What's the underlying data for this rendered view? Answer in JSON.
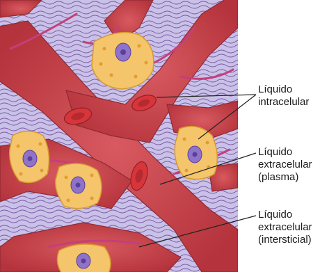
{
  "labels": {
    "intracellular": [
      "Líquido",
      "intracelular"
    ],
    "plasma": [
      "Líquido",
      "extracelular",
      "(plasma)"
    ],
    "interstitial": [
      "Líquido",
      "extracelular",
      "(intersticial)"
    ]
  },
  "colors": {
    "vessel": "#c9414a",
    "vessel_shade": "#a8323a",
    "interstitium": "#c7c0e6",
    "fiber": "#7a5aa0",
    "cell": "#f4c56a",
    "cell_edge": "#d89a2f",
    "nucleus": "#8e73c9",
    "rbc": "#d8353b",
    "leader": "#222222"
  }
}
